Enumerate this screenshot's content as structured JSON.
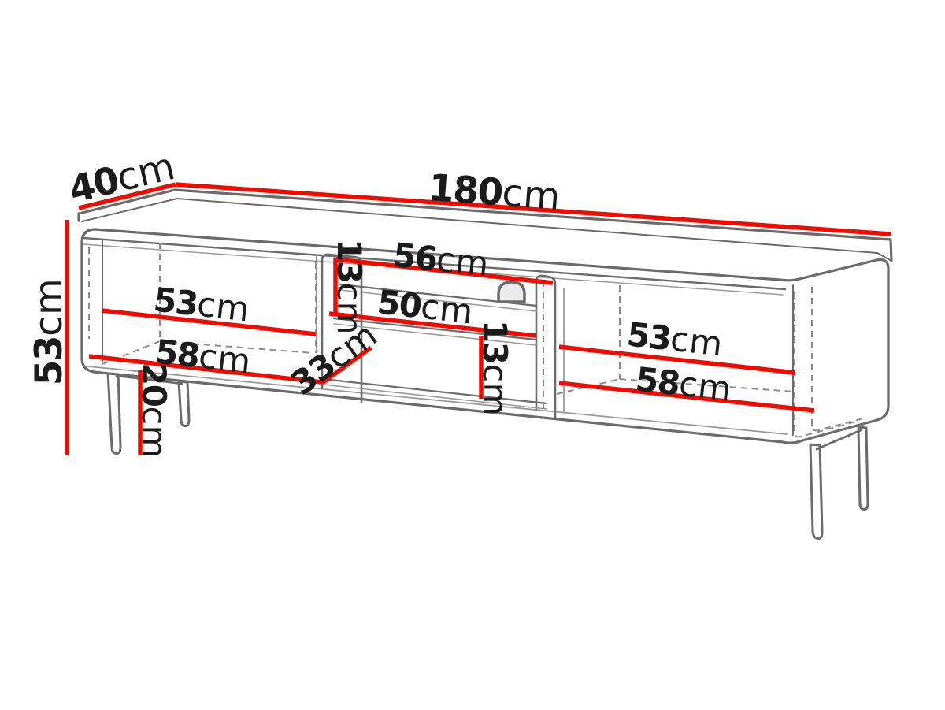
{
  "diagram": {
    "type": "furniture-technical-drawing",
    "colors": {
      "dimension_line": "#ee0b00",
      "outline": "#6b6b6b",
      "outline_light": "#9a9a9a",
      "dashed": "#8c8c8c",
      "text": "#1b1b1b",
      "background": "#ffffff"
    },
    "dimensions": {
      "depth": {
        "value": "40",
        "unit": "cm"
      },
      "width": {
        "value": "180",
        "unit": "cm"
      },
      "height": {
        "value": "53",
        "unit": "cm"
      },
      "left_width": {
        "value": "53",
        "unit": "cm"
      },
      "left_bottom_width": {
        "value": "58",
        "unit": "cm"
      },
      "middle_top_width": {
        "value": "56",
        "unit": "cm"
      },
      "middle_shelf_width": {
        "value": "50",
        "unit": "cm"
      },
      "middle_top_height": {
        "value": "13",
        "unit": "cm"
      },
      "middle_low_height": {
        "value": "13",
        "unit": "cm"
      },
      "interior_depth": {
        "value": "33",
        "unit": "cm"
      },
      "leg_height": {
        "value": "20",
        "unit": "cm"
      },
      "right_width": {
        "value": "53",
        "unit": "cm"
      },
      "right_bottom_width": {
        "value": "58",
        "unit": "cm"
      }
    }
  }
}
